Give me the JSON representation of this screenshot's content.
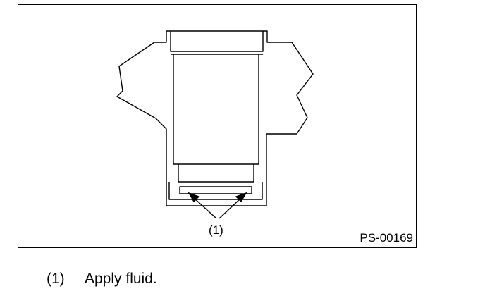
{
  "figure": {
    "callout_label": "(1)",
    "figure_id": "PS-00169"
  },
  "legend": {
    "number": "(1)",
    "text": "Apply fluid."
  }
}
